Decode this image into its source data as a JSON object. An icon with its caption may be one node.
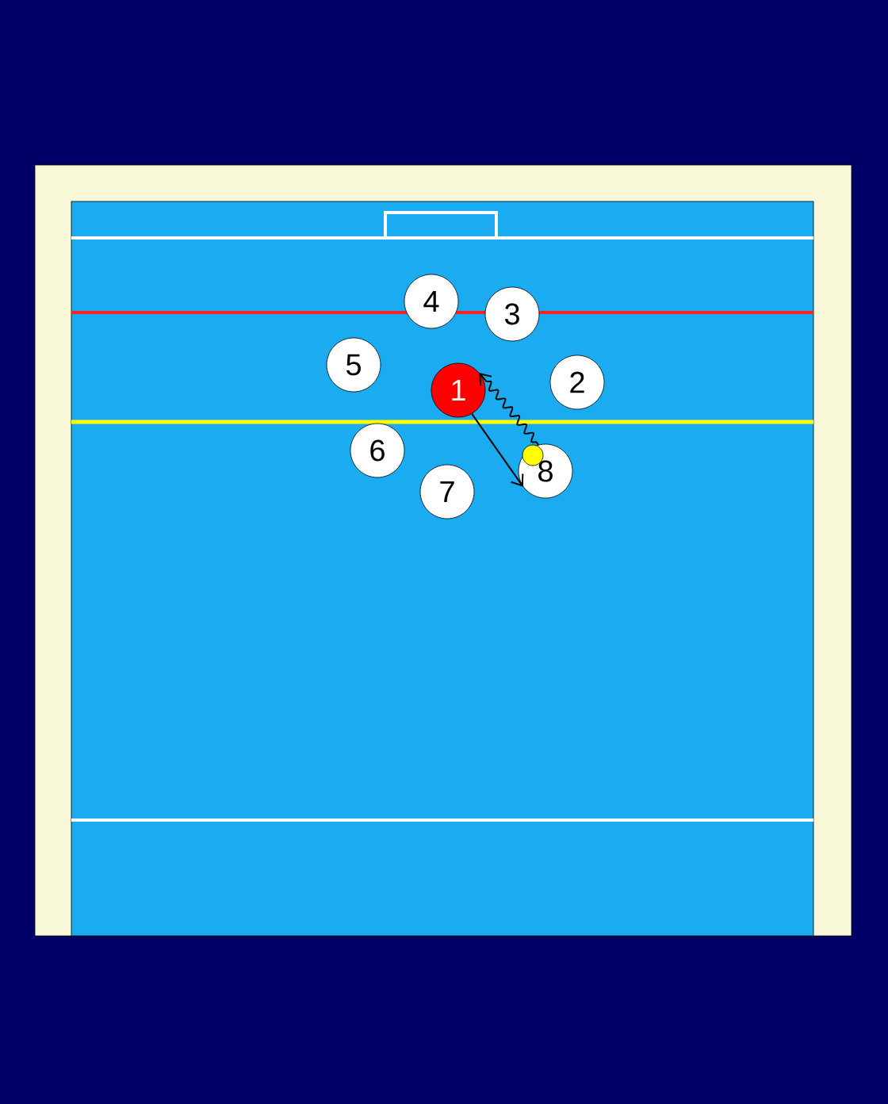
{
  "diagram": {
    "nodes": [
      {
        "text": [
          "1"
        ]
      },
      {
        "text": [
          "2"
        ]
      },
      {
        "text": [
          "3"
        ]
      },
      {
        "text": [
          "4"
        ]
      },
      {
        "text": [
          "5"
        ]
      },
      {
        "text": [
          "6"
        ]
      },
      {
        "text": [
          "7"
        ]
      },
      {
        "text": [
          "8"
        ]
      }
    ],
    "edges": [
      {
        "from": 0,
        "to": 7,
        "arrow": "to"
      },
      {
        "from": 7,
        "to": 0,
        "arrow": "to"
      }
    ]
  }
}
